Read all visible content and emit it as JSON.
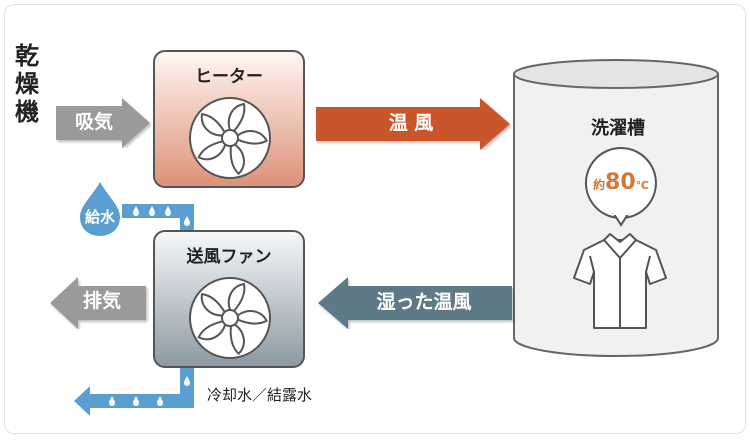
{
  "dryer": {
    "title_chars": [
      "乾",
      "燥",
      "機"
    ]
  },
  "inputs": {
    "intake_label": "吸気",
    "exhaust_label": "排気",
    "water_supply_label": "給水",
    "cooling_water_label": "冷却水／結露水"
  },
  "components": {
    "heater_label": "ヒーター",
    "blower_fan_label": "送風ファン"
  },
  "flows": {
    "hot_air_label": "温 風",
    "humid_hot_air_label": "湿った温風"
  },
  "drum": {
    "label": "洗濯槽",
    "temp_prefix": "約",
    "temp_value": "80",
    "temp_unit": "℃"
  },
  "colors": {
    "hot_air": "#c9572b",
    "humid_air": "#5e7a87",
    "gray_arrow": "#9a9a9a",
    "water": "#5b9fd1",
    "temp_text": "#d07a3a"
  },
  "icons": {
    "fan": "fan-icon",
    "water_drop": "water-drop-icon",
    "shirt": "shirt-icon"
  }
}
